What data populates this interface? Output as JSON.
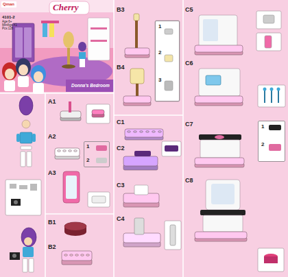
{
  "diagram": {
    "nodes": [
      {
        "text": [
          "1",
          "2"
        ]
      },
      {
        "text": [
          "1",
          "2",
          "3"
        ]
      },
      {
        "text": [
          "1",
          "2"
        ]
      }
    ],
    "labels": [
      "4101-2",
      "Qman",
      "Cherry",
      "Age:6+",
      "Minifigs:X1",
      "Pcs:128",
      "Donna's Bedroom",
      "B3",
      "B4",
      "C5",
      "C6",
      "A1",
      "A2",
      "A3",
      "C1",
      "C2",
      "C3",
      "C4",
      "C7",
      "C8",
      "B1",
      "B2"
    ]
  }
}
